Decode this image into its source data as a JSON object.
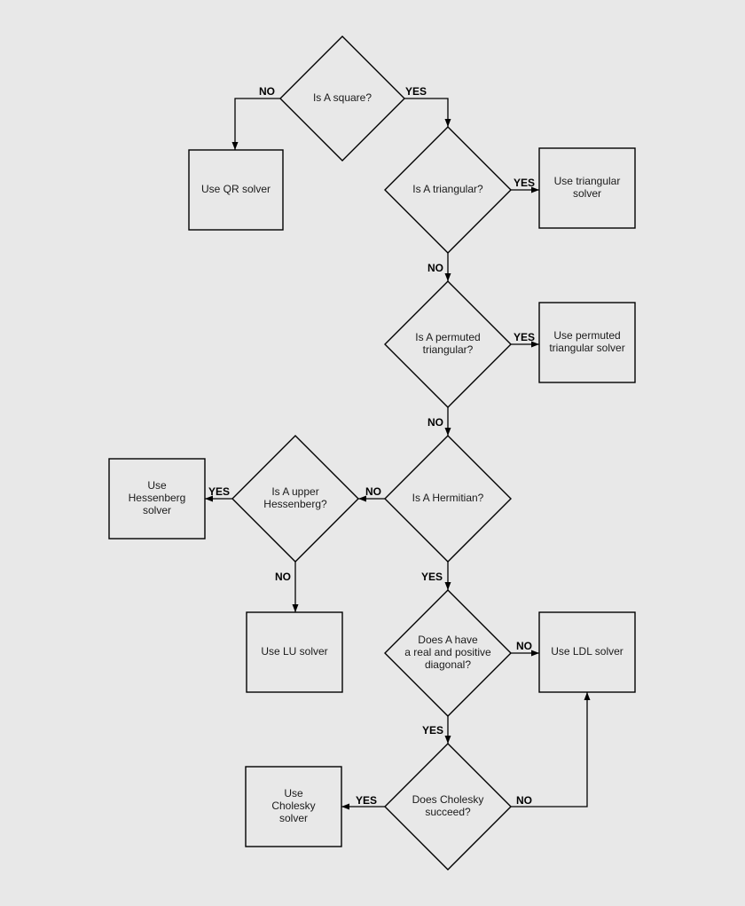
{
  "nodes": [
    {
      "id": "d1",
      "type": "decision",
      "lines": [
        "Is A square?"
      ]
    },
    {
      "id": "qr",
      "type": "process",
      "lines": [
        "Use QR solver"
      ]
    },
    {
      "id": "d2",
      "type": "decision",
      "lines": [
        "Is A triangular?"
      ]
    },
    {
      "id": "tri",
      "type": "process",
      "lines": [
        "Use triangular",
        "solver"
      ]
    },
    {
      "id": "d3",
      "type": "decision",
      "lines": [
        "Is A permuted",
        "triangular?"
      ]
    },
    {
      "id": "ptri",
      "type": "process",
      "lines": [
        "Use permuted",
        "triangular solver"
      ]
    },
    {
      "id": "d4",
      "type": "decision",
      "lines": [
        "Is A Hermitian?"
      ]
    },
    {
      "id": "d5",
      "type": "decision",
      "lines": [
        "Is A upper",
        "Hessenberg?"
      ]
    },
    {
      "id": "hess",
      "type": "process",
      "lines": [
        "Use",
        "Hessenberg",
        "solver"
      ]
    },
    {
      "id": "lu",
      "type": "process",
      "lines": [
        "Use LU solver"
      ]
    },
    {
      "id": "d6",
      "type": "decision",
      "lines": [
        "Does A have",
        "a real and positive",
        "diagonal?"
      ]
    },
    {
      "id": "ldl",
      "type": "process",
      "lines": [
        "Use LDL solver"
      ]
    },
    {
      "id": "d7",
      "type": "decision",
      "lines": [
        "Does Cholesky",
        "succeed?"
      ]
    },
    {
      "id": "chol",
      "type": "process",
      "lines": [
        "Use",
        "Cholesky",
        "solver"
      ]
    }
  ],
  "edges": [
    {
      "id": "e1",
      "from": "d1",
      "to": "qr",
      "label": "NO"
    },
    {
      "id": "e2",
      "from": "d1",
      "to": "d2",
      "label": "YES"
    },
    {
      "id": "e3",
      "from": "d2",
      "to": "tri",
      "label": "YES"
    },
    {
      "id": "e4",
      "from": "d2",
      "to": "d3",
      "label": "NO"
    },
    {
      "id": "e5",
      "from": "d3",
      "to": "ptri",
      "label": "YES"
    },
    {
      "id": "e6",
      "from": "d3",
      "to": "d4",
      "label": "NO"
    },
    {
      "id": "e7",
      "from": "d4",
      "to": "d5",
      "label": "NO"
    },
    {
      "id": "e8",
      "from": "d5",
      "to": "hess",
      "label": "YES"
    },
    {
      "id": "e9",
      "from": "d5",
      "to": "lu",
      "label": "NO"
    },
    {
      "id": "e10",
      "from": "d4",
      "to": "d6",
      "label": "YES"
    },
    {
      "id": "e11",
      "from": "d6",
      "to": "ldl",
      "label": "NO"
    },
    {
      "id": "e12",
      "from": "d6",
      "to": "d7",
      "label": "YES"
    },
    {
      "id": "e13",
      "from": "d7",
      "to": "chol",
      "label": "YES"
    },
    {
      "id": "e14",
      "from": "d7",
      "to": "ldl",
      "label": "NO"
    }
  ]
}
